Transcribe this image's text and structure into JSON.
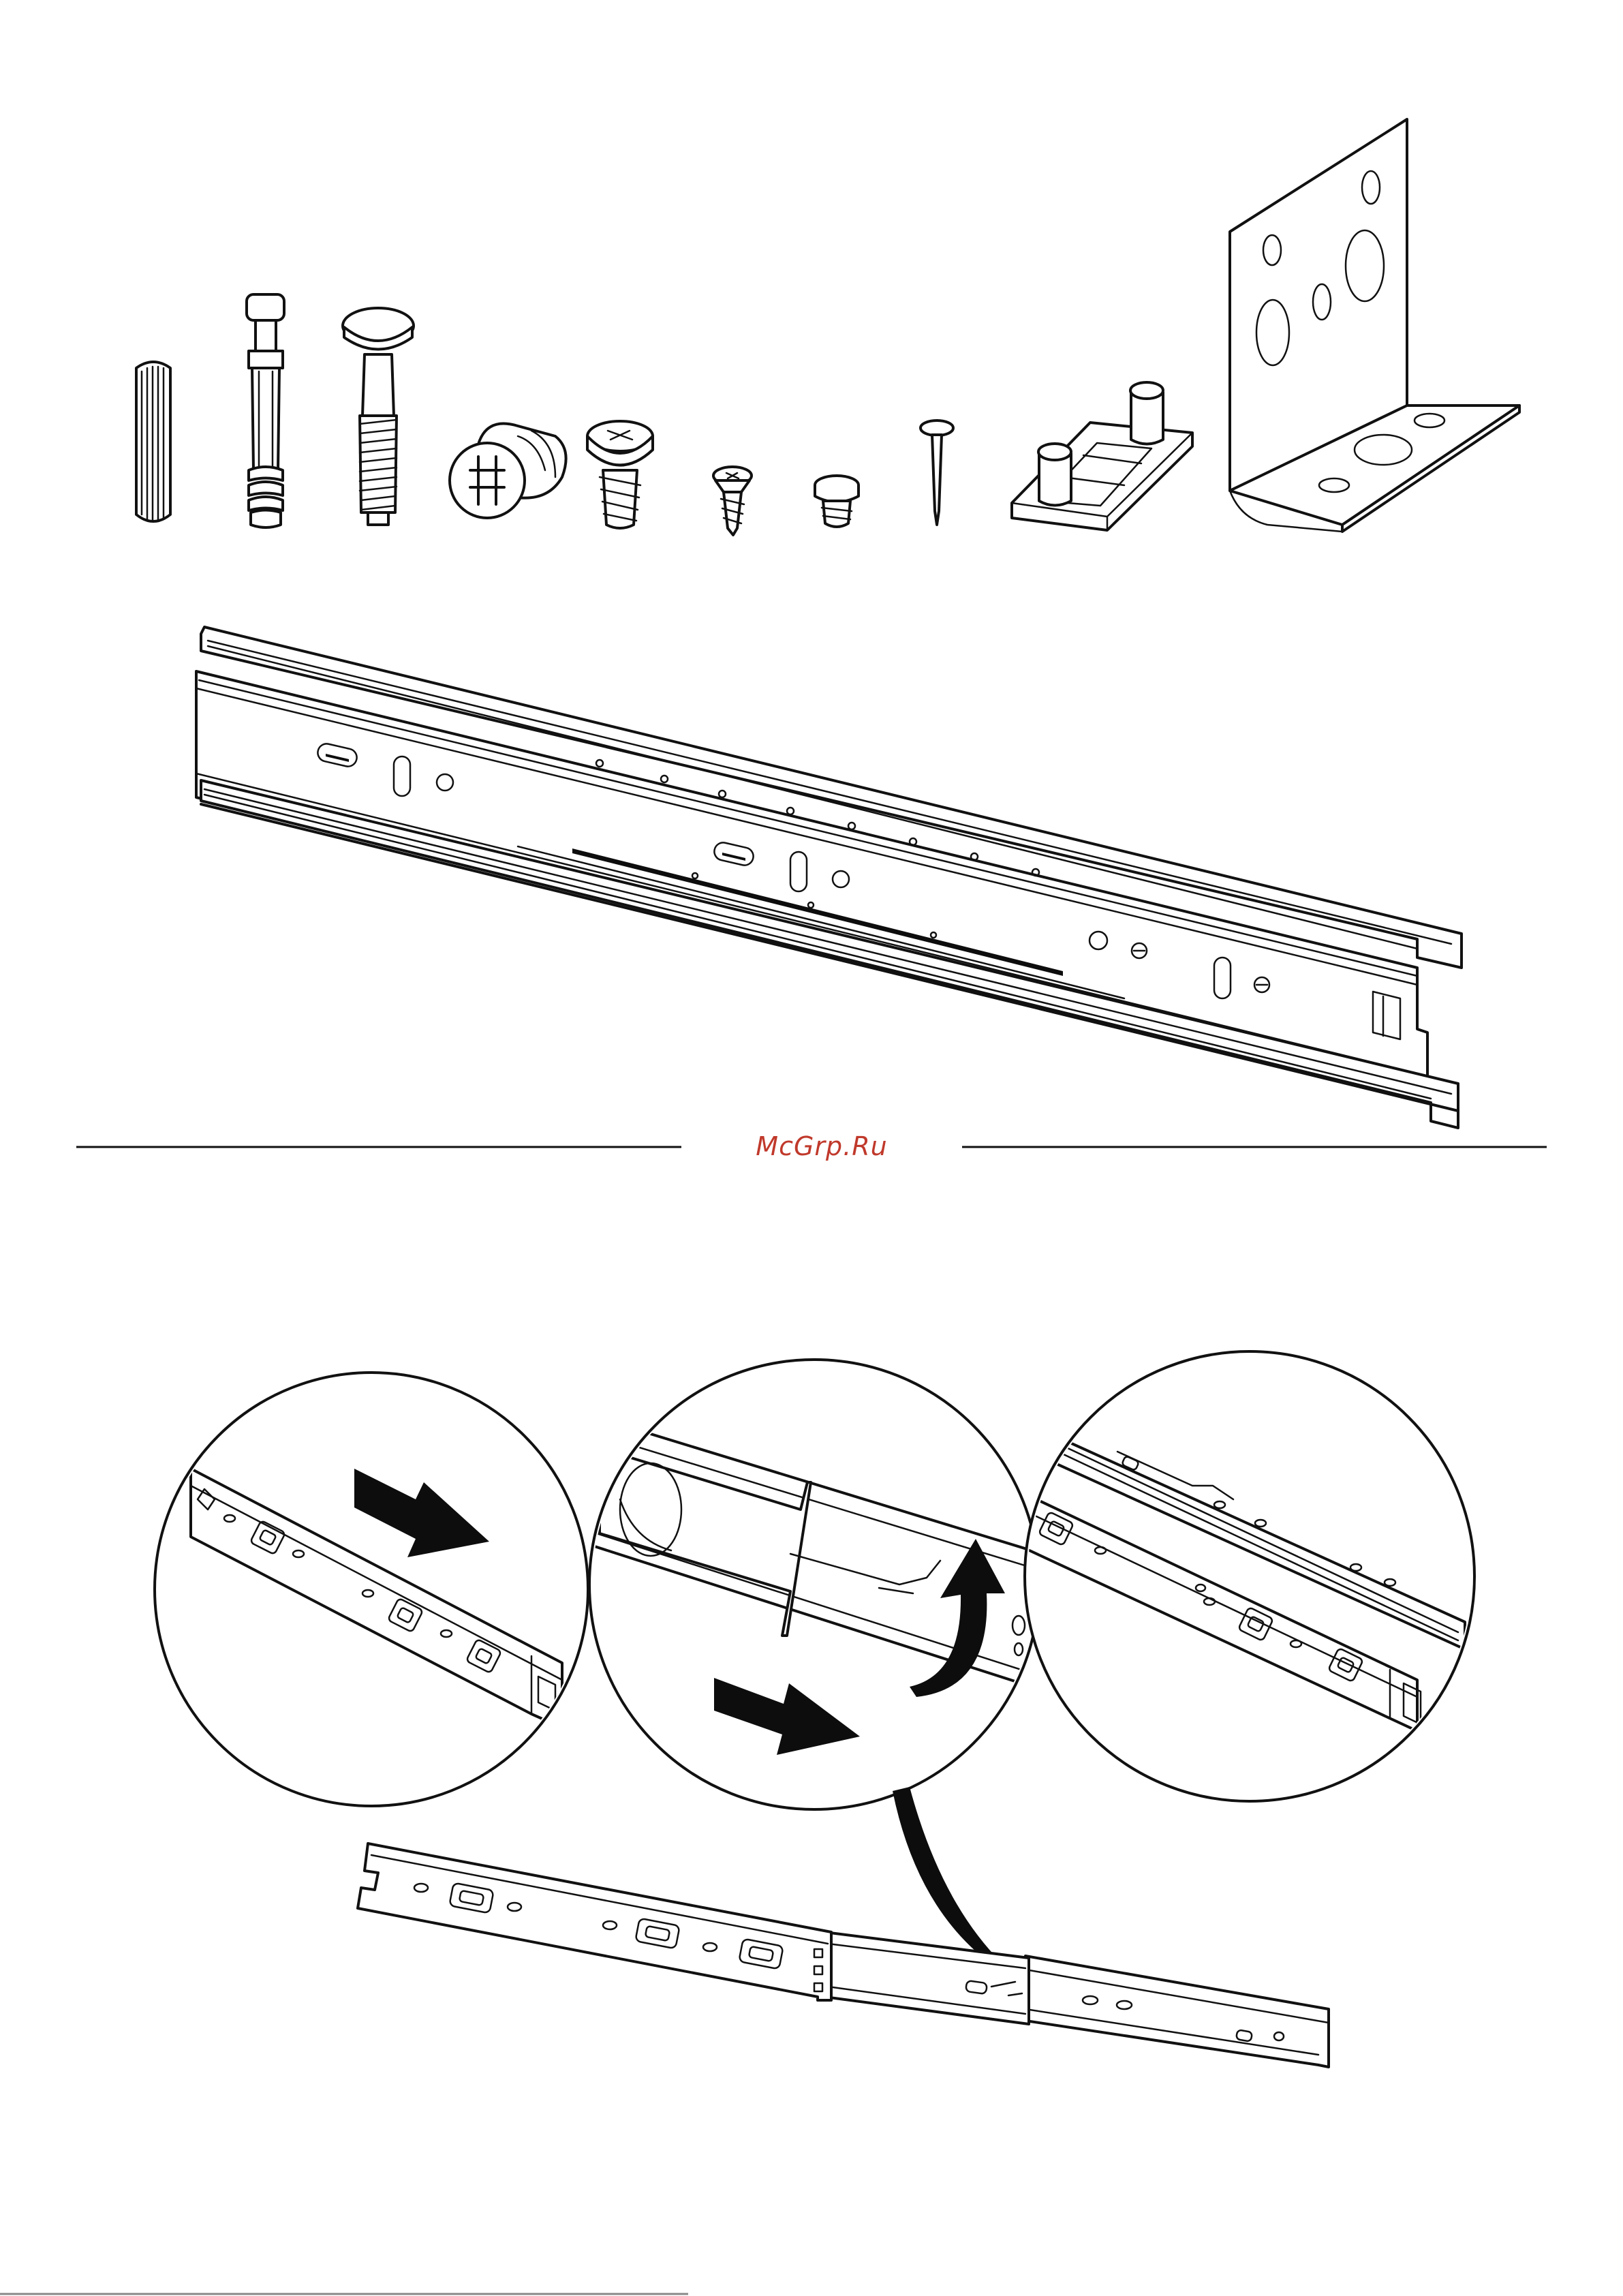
{
  "watermark": {
    "text": "McGrp.Ru"
  },
  "page": {
    "background": "#ffffff",
    "line_color": "#111111",
    "watermark_color": "#c0392b"
  },
  "hardware_items": [
    {
      "name": "wood-dowel-icon"
    },
    {
      "name": "connector-bolt-icon"
    },
    {
      "name": "long-screw-bolt-icon"
    },
    {
      "name": "cam-lock-icon"
    },
    {
      "name": "screw-icon"
    },
    {
      "name": "small-screw-icon"
    },
    {
      "name": "plastic-plug-icon"
    },
    {
      "name": "nail-icon"
    },
    {
      "name": "plastic-bracket-icon"
    },
    {
      "name": "metal-angle-bracket-icon"
    }
  ],
  "steps": [
    {
      "name": "detail-circle-1",
      "arrows": [
        "push-arrow-icon"
      ]
    },
    {
      "name": "detail-circle-2",
      "arrows": [
        "slide-arrow-icon",
        "curved-arrow-icon"
      ]
    },
    {
      "name": "detail-circle-3",
      "arrows": []
    }
  ]
}
